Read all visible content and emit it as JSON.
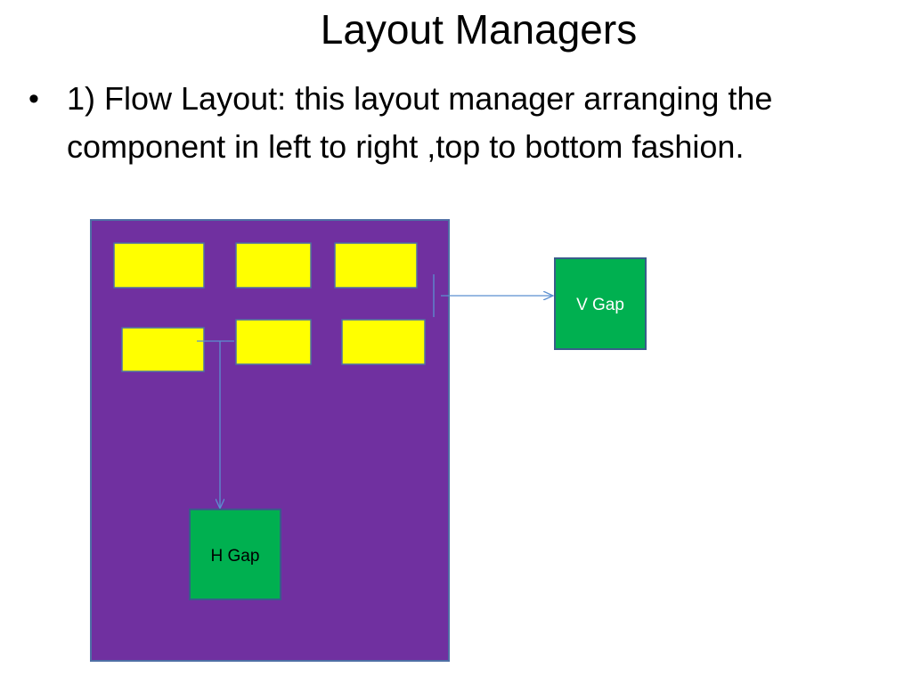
{
  "slide": {
    "title": "Layout Managers",
    "bullets": [
      {
        "text": "1) Flow Layout: this layout manager arranging the component in left to right ,top to bottom fashion."
      }
    ]
  },
  "diagram": {
    "colors": {
      "container_fill": "#7030A0",
      "container_border": "#4F6FA5",
      "component_fill": "#FFFF00",
      "gap_box_fill": "#00B050",
      "connector": "#5B8FD0"
    },
    "v_gap_label": "V Gap",
    "h_gap_label": "H Gap"
  }
}
